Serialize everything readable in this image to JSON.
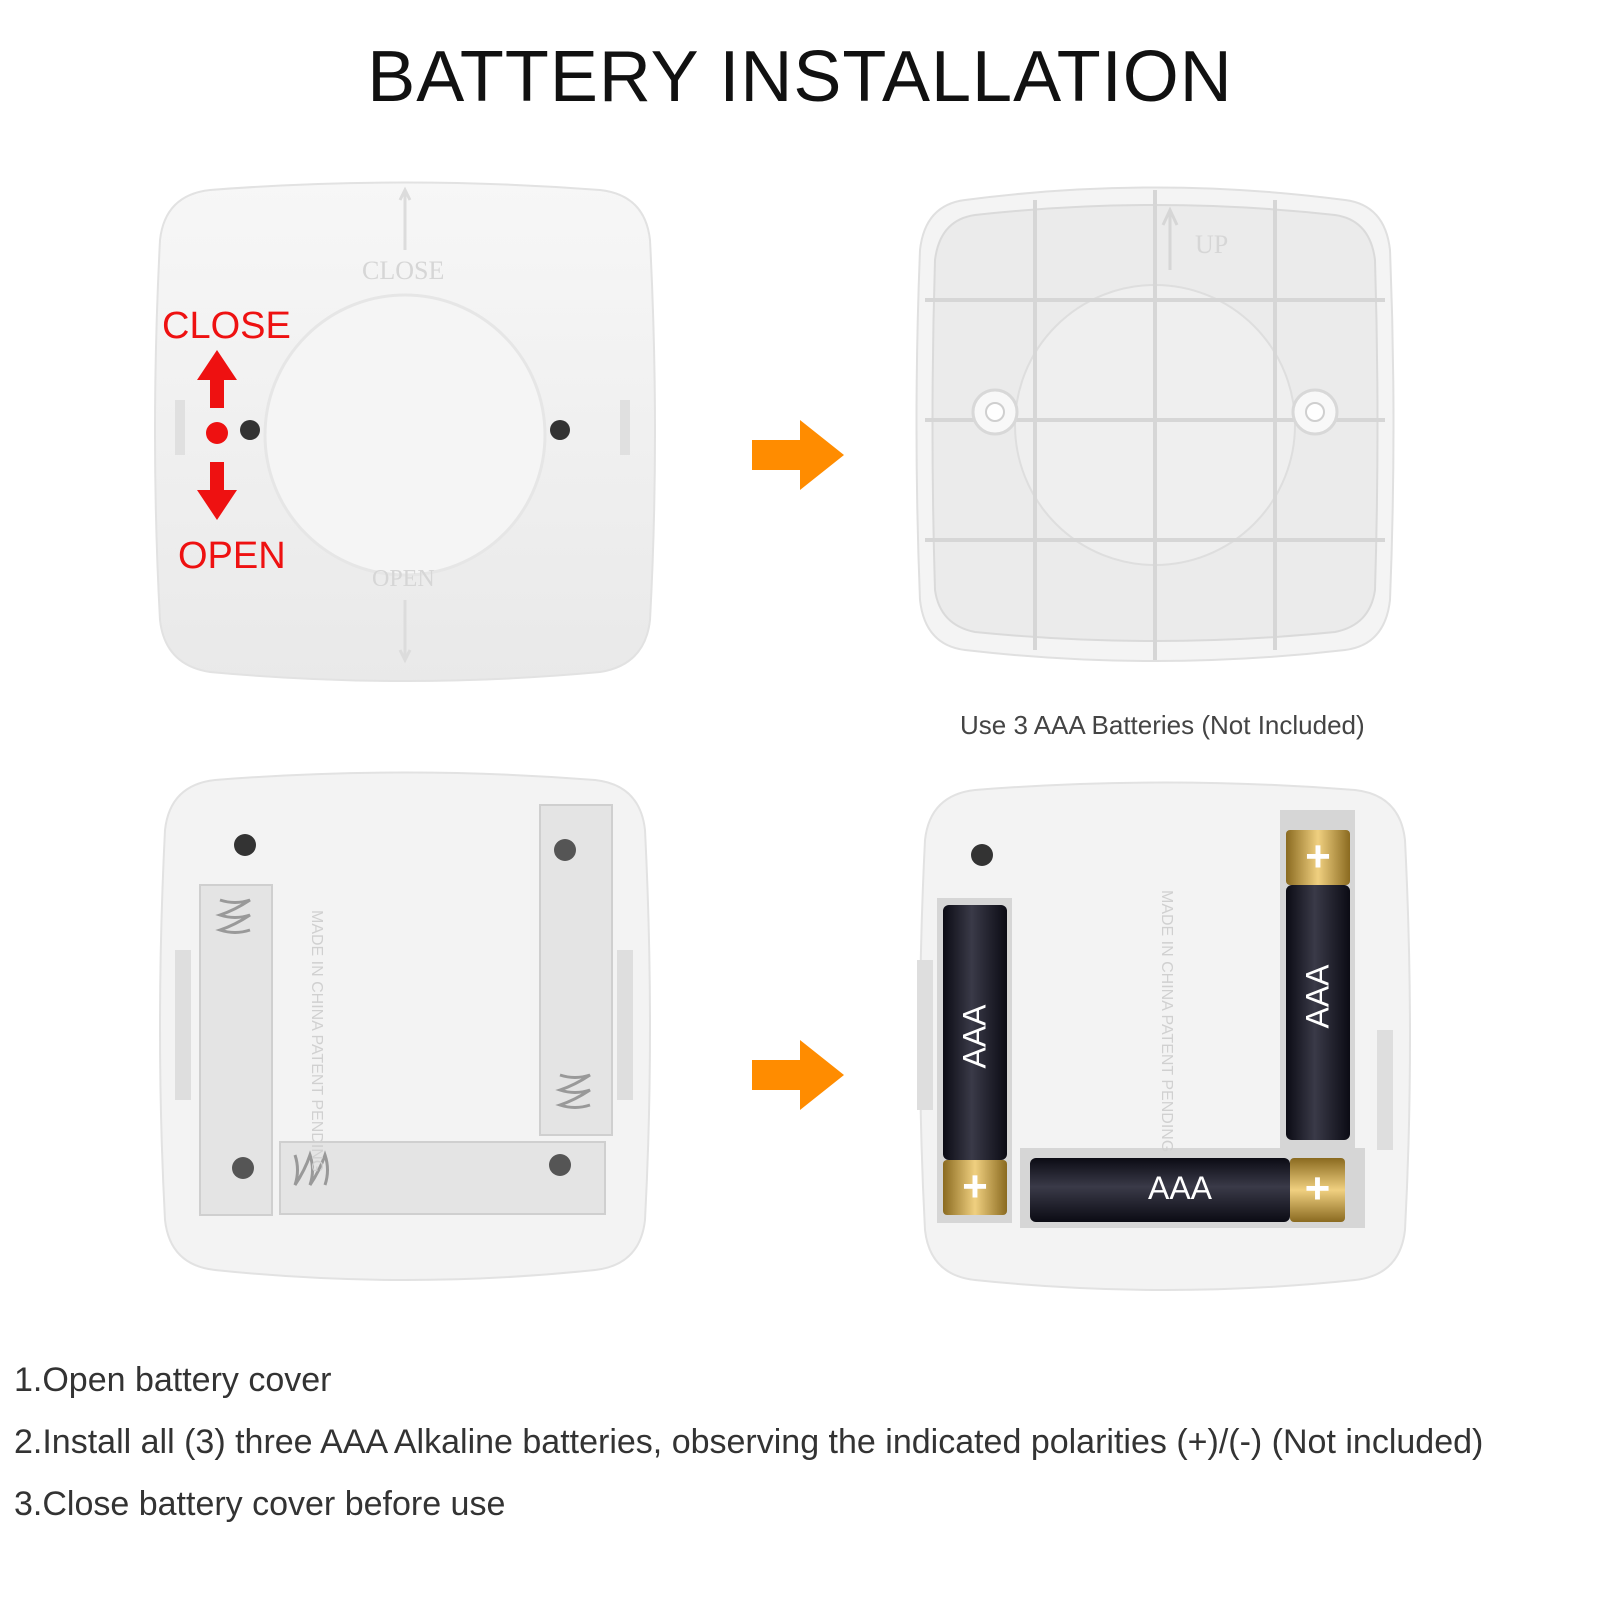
{
  "title": "BATTERY INSTALLATION",
  "panels": {
    "cover_front": {
      "embossed_close": "CLOSE",
      "embossed_open": "OPEN",
      "close_label": "CLOSE",
      "open_label": "OPEN"
    },
    "cover_back": {
      "embossed_up": "UP"
    },
    "compartment_empty": {
      "embossed_text": "MADE IN CHINA PATENT PENDING"
    },
    "compartment_full": {
      "embossed_text": "MADE IN CHINA PATENT PENDING",
      "battery_label": "AAA",
      "plus_sign": "+"
    }
  },
  "caption": "Use 3 AAA Batteries (Not Included)",
  "steps": [
    "1.Open battery cover",
    "2.Install all (3) three AAA Alkaline batteries, observing the indicated polarities (+)/(-) (Not included)",
    "3.Close battery cover before use"
  ],
  "colors": {
    "arrow_orange": "#ff8c00",
    "label_red": "#ee1111",
    "device_white": "#f2f2f2"
  }
}
